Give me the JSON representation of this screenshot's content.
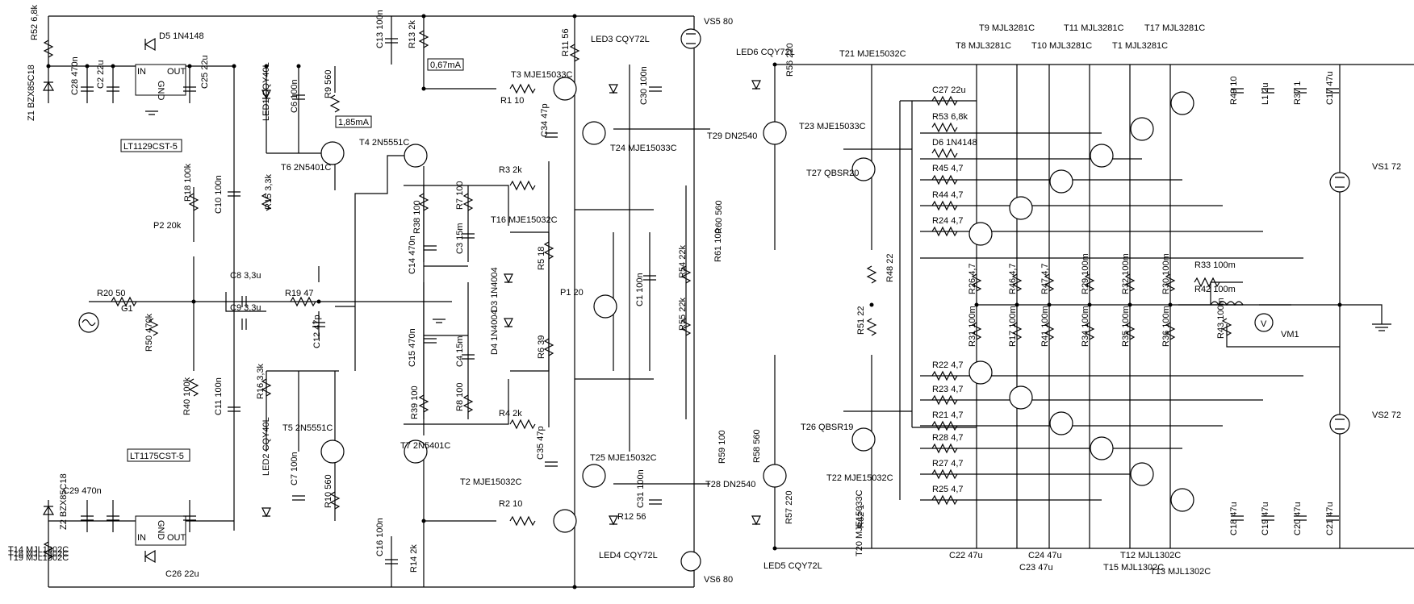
{
  "diagram": {
    "type": "amplifier-schematic",
    "regulators": [
      {
        "part": "LT1129CST-5",
        "pins": [
          "IN",
          "GND",
          "OUT"
        ]
      },
      {
        "part": "LT1175CST-5",
        "pins": [
          "IN",
          "GND",
          "OUT"
        ]
      }
    ],
    "current_notes": [
      "0,67mA",
      "1,85mA"
    ],
    "sources": [
      "VS5 80",
      "VS6 80",
      "VS1 72",
      "VS2 72"
    ],
    "meter": "VM1",
    "meter_symbol": "V",
    "generator": "G1",
    "labels": [
      "R52 6,8k",
      "D5 1N4148",
      "Z1 BZX85C18",
      "C28 470n",
      "C2 22u",
      "C25 22u",
      "C13 100n",
      "R13 2k",
      "R11 56",
      "LED3 CQY72L",
      "LED6 CQY72L",
      "T21 MJE15032C",
      "T9 MJL3281C",
      "T11 MJL3281C",
      "T17 MJL3281C",
      "T8 MJL3281C",
      "T10 MJL3281C",
      "T1 MJL3281C",
      "T3 MJE15033C",
      "R1 10",
      "C30 100n",
      "C34 47p",
      "T24 MJE15033C",
      "R56 220",
      "T23 MJE15033C",
      "T29 DN2540",
      "T27 QBSR20",
      "LED1 CQY40L",
      "C6 100n",
      "R9 560",
      "T6 2N5401C",
      "R15 3,3k",
      "T4 2N5551C",
      "R3 2k",
      "R18 100k",
      "C10 100n",
      "R38 100",
      "R7 100",
      "C14 470n",
      "C3 15m",
      "T16 MJE15032C",
      "R5 18",
      "D3 1N4004",
      "D4 1N4004",
      "P1 20",
      "C1 100n",
      "R6 39",
      "R54 22k",
      "R55 22k",
      "R61 100",
      "R60 560",
      "R48 22",
      "R51 22",
      "P2 20k",
      "C8 3,3u",
      "C9 3,3u",
      "R20 50",
      "R19 47",
      "R50 470k",
      "C12 47p",
      "C15 470n",
      "C4 15m",
      "R39 100",
      "R8 100",
      "R4 2k",
      "R40 100k",
      "C11 100n",
      "R16 3,3k",
      "T5 2N5551C",
      "LED2 CQY40L",
      "C7 100n",
      "R10 560",
      "T7 2N5401C",
      "C35 47p",
      "T25 MJE15032C",
      "T2 MJE15032C",
      "R2 10",
      "C31 100n",
      "LED4 CQY72L",
      "R12 56",
      "C16 100n",
      "R14 2k",
      "R59 100",
      "R58 560",
      "T28 DN2540",
      "R57 220",
      "LED5 CQY72L",
      "T26 QBSR19",
      "T22 MJE15032C",
      "R62 1",
      "T20 MJE15033C",
      "Z2 BZX85C18",
      "C29 470n",
      "C26 22u",
      "C27 22u",
      "R53 6,8k",
      "D6 1N4148",
      "R45 4,7",
      "R44 4,7",
      "R24 4,7",
      "R22 4,7",
      "R23 4,7",
      "R21 4,7",
      "R28 4,7",
      "R27 4,7",
      "R25 4,7",
      "R26 4,7",
      "R46 4,7",
      "R47 4,7",
      "R29 100m",
      "R32 100m",
      "R30 100m",
      "R31 100m",
      "R17 100m",
      "R41 100m",
      "R34 100m",
      "R35 100m",
      "R36 100m",
      "R33 100m",
      "R42 100m",
      "R43 100m",
      "R49 10",
      "L1 2u",
      "R37 1",
      "C17 47u",
      "C18 47u",
      "C19 47u",
      "C20 47u",
      "C21 47u",
      "C22 47u",
      "C23 47u",
      "C24 47u",
      "T15 MJL1302C",
      "T12 MJL1302C",
      "T13 MJL1302C",
      "T14 MJL1302C",
      "T18 MJL1302C",
      "T19 MJL1302C"
    ]
  }
}
